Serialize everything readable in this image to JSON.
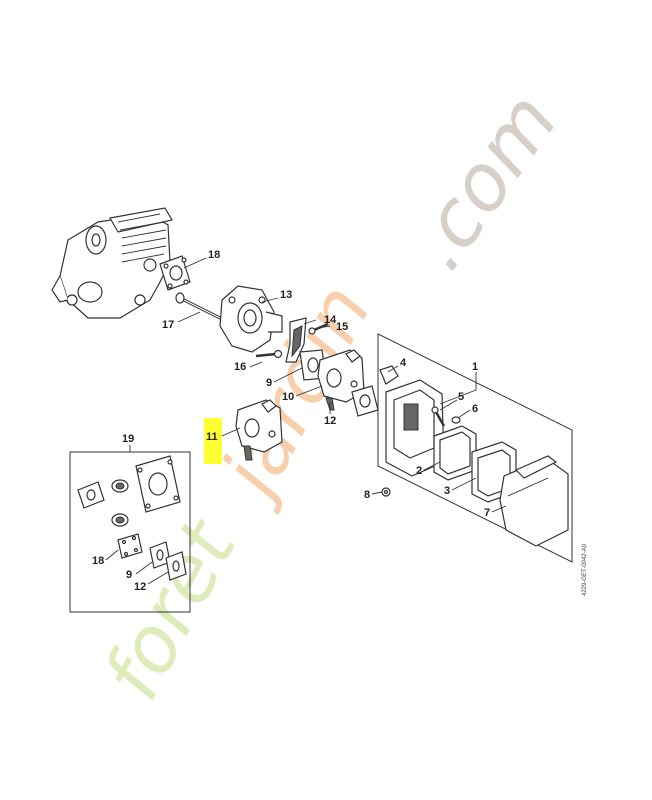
{
  "watermark": {
    "part1": "foret",
    "part2": "jardin",
    "part3": ".com"
  },
  "drawing_code": "4229-GET-0042-A0",
  "highlight_color": "#ffff33",
  "callouts": {
    "c1": "1",
    "c2": "2",
    "c3": "3",
    "c4": "4",
    "c5": "5",
    "c6": "6",
    "c7": "7",
    "c8": "8",
    "c9": "9",
    "c10": "10",
    "c11": "11",
    "c12": "12",
    "c13": "13",
    "c14": "14",
    "c15": "15",
    "c16": "16",
    "c17": "17",
    "c18": "18",
    "c19": "19"
  },
  "kit_callouts": {
    "k18": "18",
    "k9": "9",
    "k12": "12"
  }
}
